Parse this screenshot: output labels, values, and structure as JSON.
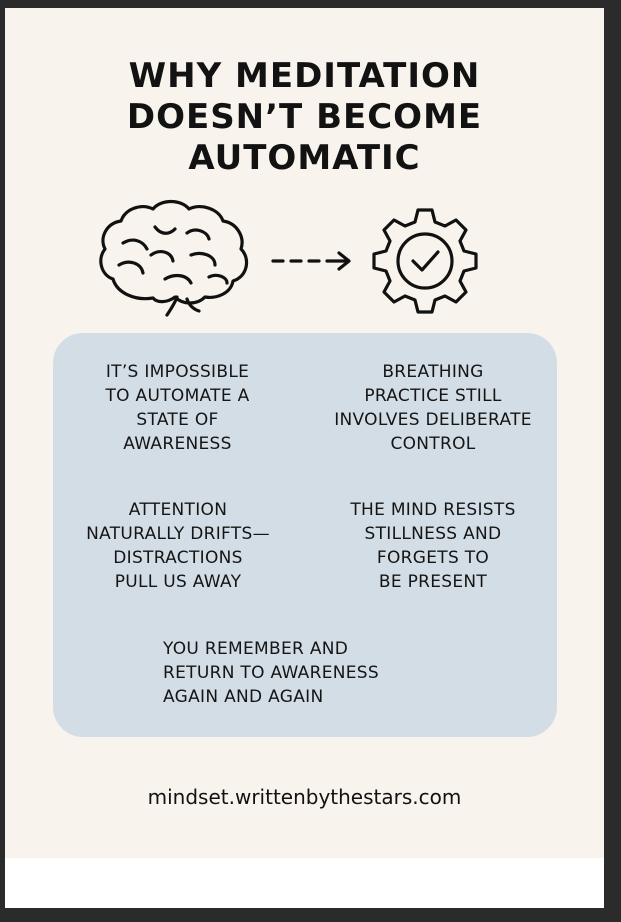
{
  "title": {
    "line1": "WHY MEDITATION",
    "line2": "DOESN’T BECOME",
    "line3": "AUTOMATIC"
  },
  "icons": {
    "left": "brain-icon",
    "middle": "dashed-arrow-icon",
    "right": "gear-check-icon"
  },
  "points": [
    {
      "lines": [
        "IT’S IMPOSSIBLE",
        "TO AUTOMATE A",
        "STATE OF",
        "AWARENESS"
      ]
    },
    {
      "lines": [
        "BREATHING",
        "PRACTICE STILL",
        "INVOLVES DELIBERATE",
        "CONTROL"
      ]
    },
    {
      "lines": [
        "ATTENTION",
        "NATURALLY DRIFTS—",
        "DISTRACTIONS",
        "PULL US AWAY"
      ]
    },
    {
      "lines": [
        "THE MIND RESISTS",
        "STILLNESS AND",
        "FORGETS TO",
        "BE PRESENT"
      ]
    },
    {
      "lines": [
        "YOU REMEMBER AND",
        "RETURN TO AWARENESS",
        "AGAIN AND AGAIN"
      ]
    }
  ],
  "footer": {
    "url": "mindset.writtenbythestars.com"
  },
  "colors": {
    "background": "#f8f3ec",
    "panel": "#d3dde5",
    "text": "#121212"
  }
}
